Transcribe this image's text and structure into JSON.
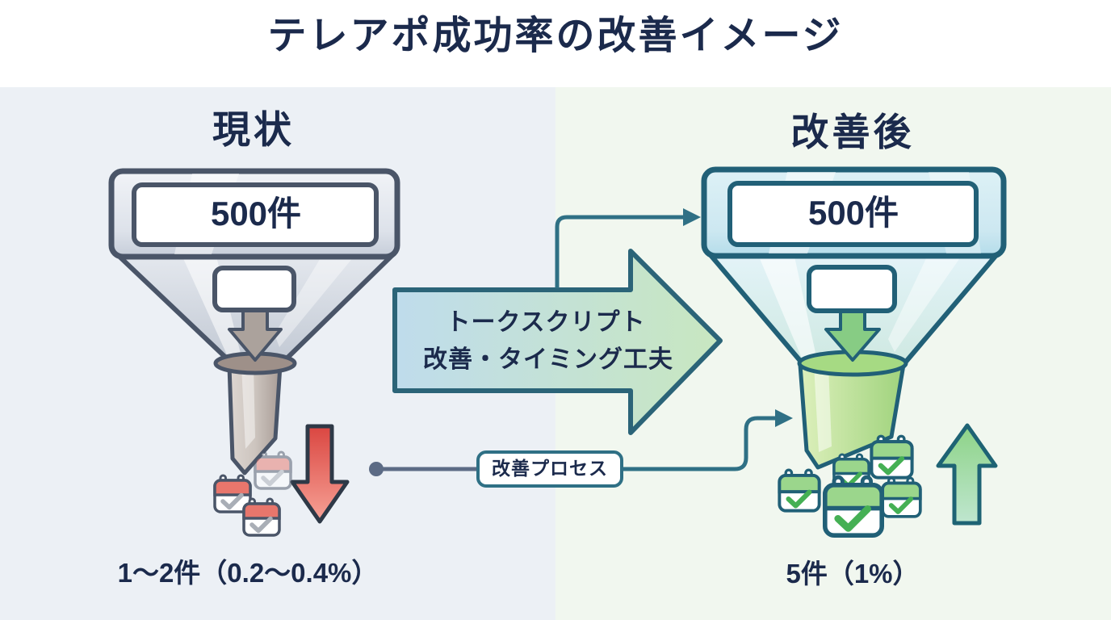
{
  "title": "テレアポ成功率の改善イメージ",
  "left_section": {
    "heading": "現状",
    "funnel_top_value": "500件",
    "result_value": "1〜2件（0.2〜0.4%）"
  },
  "right_section": {
    "heading": "改善後",
    "funnel_top_value": "500件",
    "result_value": "5件（1%）"
  },
  "center": {
    "improvement_arrow_line1": "トークスクリプト",
    "improvement_arrow_line2": "改善・タイミング工夫",
    "process_label": "改善プロセス"
  },
  "icons": {
    "left_funnel": "funnel-icon",
    "right_funnel": "funnel-icon",
    "left_result_trend": "red-down-arrow-icon",
    "right_result_trend": "green-up-arrow-icon",
    "appointments": "calendar-check-icon",
    "flow_connector": "right-arrow-connector-icon"
  },
  "colors": {
    "title_text": "#1b2a4c",
    "top_band_bg": "#ffffff",
    "left_panel_bg": "#ecf0f5",
    "right_panel_bg": "#f1f7ef",
    "left_funnel_border": "#4a5568",
    "right_funnel_border": "#216077",
    "big_arrow_border": "#2b6478",
    "big_arrow_fill_start": "#bfdcec",
    "big_arrow_fill_end": "#c8e7c0",
    "decline_red": "#dd4b46",
    "increase_green": "#8dd387",
    "connector_slate": "#5c6b85",
    "connector_teal": "#2f7085"
  }
}
